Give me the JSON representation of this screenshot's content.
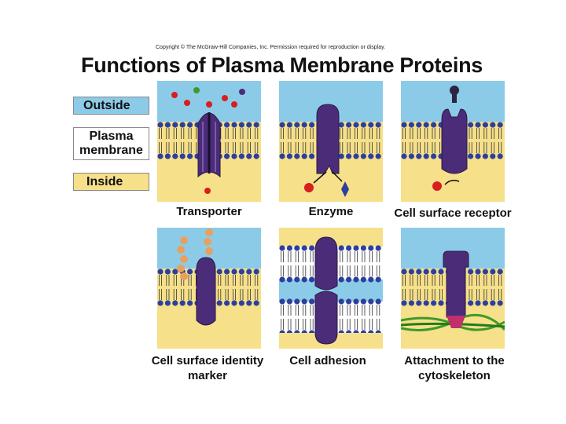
{
  "copyright": "Copyright © The McGraw-Hill Companies, Inc. Permission required for reproduction or display.",
  "title": "Functions of Plasma Membrane Proteins",
  "legend": {
    "outside": "Outside",
    "membrane_line1": "Plasma",
    "membrane_line2": "membrane",
    "inside": "Inside"
  },
  "panels": {
    "transporter": "Transporter",
    "enzyme": "Enzyme",
    "receptor": "Cell surface receptor",
    "identity_line1": "Cell surface identity",
    "identity_line2": "marker",
    "adhesion": "Cell adhesion",
    "attachment_line1": "Attachment to the",
    "attachment_line2": "cytoskeleton"
  },
  "colors": {
    "outside": "#8ccbe8",
    "inside": "#f6e08a",
    "lipid_head": "#2d3f9e",
    "protein": "#4b2c78",
    "molecule_red": "#d81e1e",
    "cytoskeleton": "#3c9a2a",
    "anchor": "#c0306a"
  }
}
